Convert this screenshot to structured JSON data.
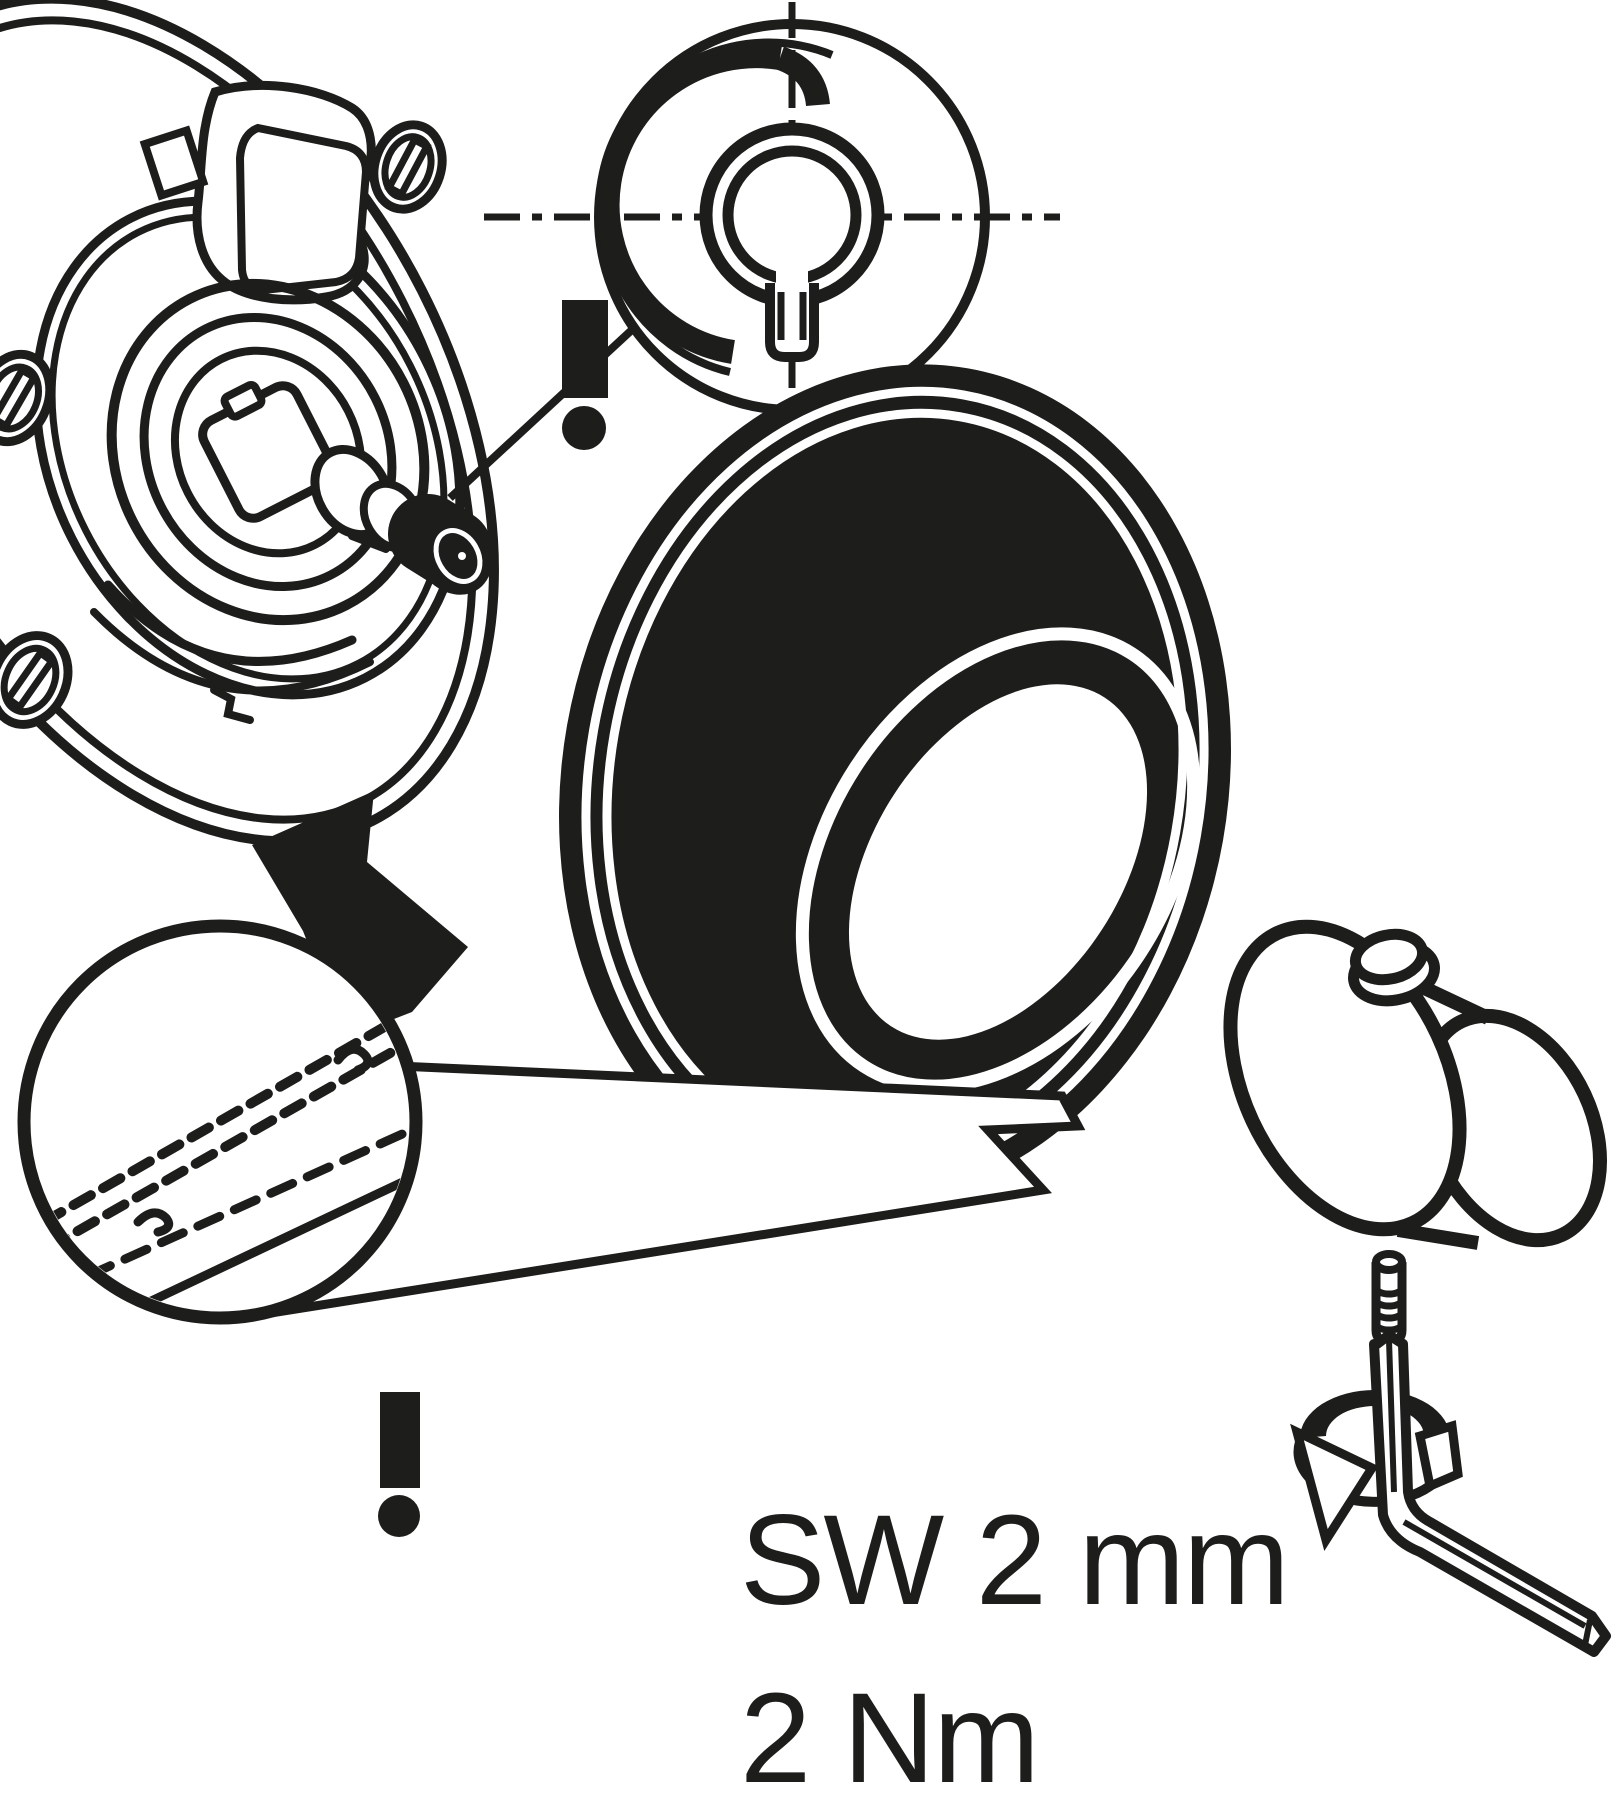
{
  "figure": {
    "title": "Faucet handle installation step diagram",
    "labels": {
      "tool_size": "SW 2 mm",
      "torque": "2 Nm"
    },
    "annotations": {
      "warning_marks": [
        "!",
        "!"
      ],
      "rotation_direction": "counterclockwise"
    },
    "colors": {
      "ink": "#1d1d1b",
      "paper": "#ffffff"
    },
    "parts": [
      {
        "name": "escutcheon-back-view"
      },
      {
        "name": "keyed-retaining-washer-detail"
      },
      {
        "name": "escutcheon-plate"
      },
      {
        "name": "handle-knob"
      },
      {
        "name": "set-screw"
      },
      {
        "name": "hex-key"
      },
      {
        "name": "rotation-arrow-ring"
      },
      {
        "name": "seam-detail-magnifier"
      },
      {
        "name": "assembly-direction-arrow"
      }
    ]
  }
}
